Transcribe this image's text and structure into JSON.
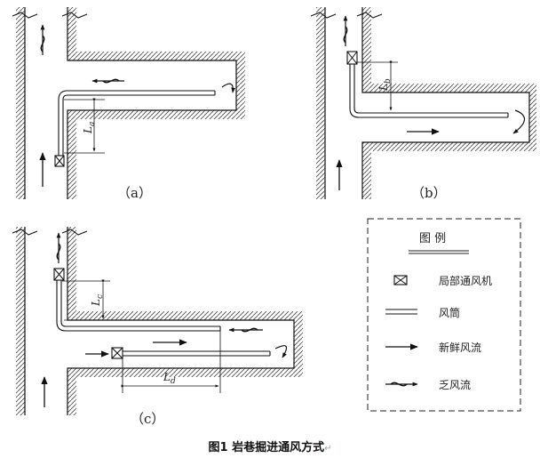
{
  "diagrams": {
    "a": {
      "label": "（a）",
      "dim": "La"
    },
    "b": {
      "label": "（b）",
      "dim": "Lb"
    },
    "c": {
      "label": "（c）",
      "dim_c": "Lc",
      "dim_d": "Ld"
    }
  },
  "legend": {
    "title": "图  例",
    "items": [
      {
        "icon": "fan-icon",
        "label": "局部通风机"
      },
      {
        "icon": "duct-icon",
        "label": "风筒"
      },
      {
        "icon": "fresh-air-arrow-icon",
        "label": "新鲜风流"
      },
      {
        "icon": "stale-air-arrow-icon",
        "label": "乏风流"
      }
    ]
  },
  "caption": {
    "text": "图1   岩巷掘进通风方式",
    "mark": "↵"
  }
}
